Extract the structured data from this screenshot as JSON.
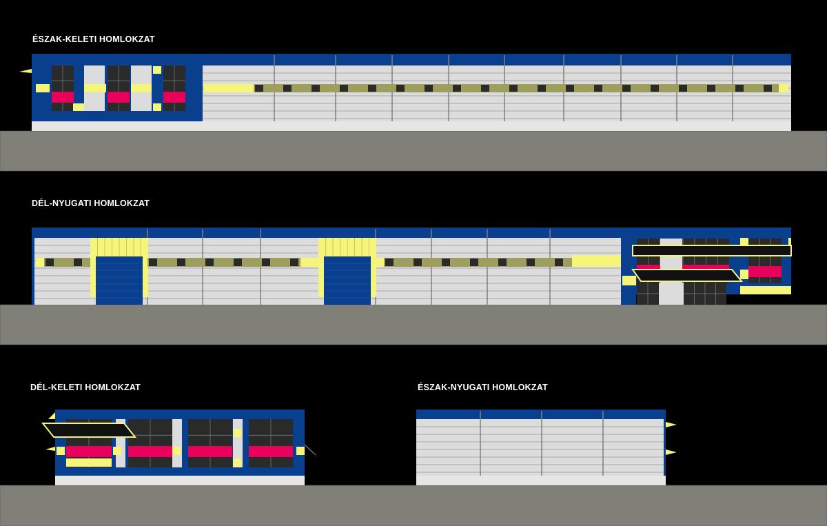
{
  "elevations": {
    "ne": {
      "title": "ÉSZAK-KELETI HOMLOKZAT"
    },
    "sw": {
      "title": "DÉL-NYUGATI HOMLOKZAT"
    },
    "se": {
      "title": "DÉL-KELETI HOMLOKZAT"
    },
    "nw": {
      "title": "ÉSZAK-NYUGATI HOMLOKZAT"
    }
  },
  "colors": {
    "background": "#000000",
    "ground": "#808078",
    "cladding": "#dcdcdc",
    "panel_line": "#a8a8a8",
    "fascia_blue": "#0a3f8e",
    "accent_yellow": "#f5f57a",
    "accent_magenta": "#e8005a",
    "window_band": "#9e9e5e",
    "glazing": "#2a2a2a",
    "plinth": "#e6e6e6"
  }
}
